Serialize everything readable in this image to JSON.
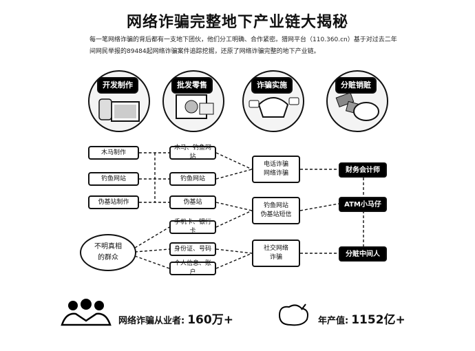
{
  "title": "网络诈骗完整地下产业链大揭秘",
  "intro": "每一笔网络诈骗的背后都有一支地下团伙，他们分工明确、合作紧密。猎网平台（110.360.cn）基于对过去二年间网民举报的89484起网络诈骗案件追踪挖掘，还原了网络诈骗完整的地下产业链。",
  "stages": [
    {
      "label": "开发制作",
      "icon": "laptop-icon"
    },
    {
      "label": "批发零售",
      "icon": "photo-cards-icon"
    },
    {
      "label": "诈骗实施",
      "icon": "scam-devices-icon"
    },
    {
      "label": "分赃销赃",
      "icon": "money-pig-icon"
    }
  ],
  "dev_boxes": [
    "木马制作",
    "钓鱼网站",
    "伪基站制作"
  ],
  "wholesale_boxes": [
    "木马、钓鱼网站",
    "钓鱼网站",
    "伪基站",
    "手机卡、银行卡",
    "身份证、号码",
    "个人信息、账户"
  ],
  "scam_boxes": [
    "电话诈骗\n网络诈骗",
    "钓鱼网站\n伪基站短信",
    "社交网络\n诈骗"
  ],
  "launder_boxes": [
    "财务会计师",
    "ATM小马仔",
    "分赃中间人"
  ],
  "oval_label": "不明真相\n的群众",
  "stats": {
    "practitioners_label": "网络诈骗从业者:",
    "practitioners_value": "160万+",
    "annual_label": "年产值:",
    "annual_value": "1152亿+",
    "people_icon": "people-group-icon",
    "money_icon": "money-bag-icon"
  }
}
